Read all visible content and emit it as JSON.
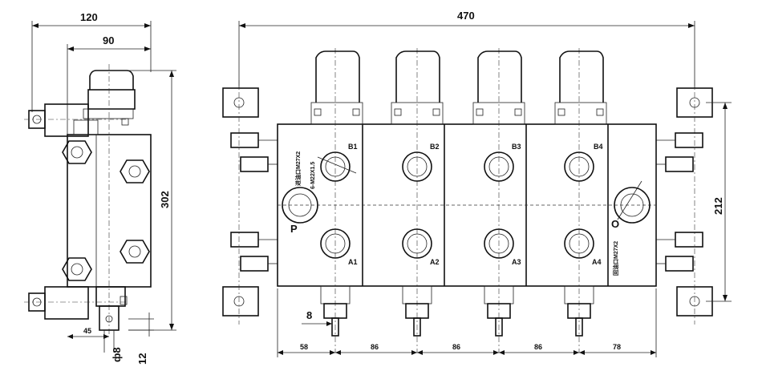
{
  "dimensions": {
    "side_width_overall": "120",
    "side_width_body": "90",
    "side_height": "302",
    "side_offset": "45",
    "shaft_diameter": "ф8",
    "shaft_length": "12",
    "front_width_overall": "470",
    "front_mount_height": "212",
    "lever_width": "8",
    "pitch_first": "58",
    "pitch_1": "86",
    "pitch_2": "86",
    "pitch_3": "86",
    "pitch_last": "78"
  },
  "ports": {
    "P": "P",
    "O": "O",
    "B1": "B1",
    "B2": "B2",
    "B3": "B3",
    "B4": "B4",
    "A1": "A1",
    "A2": "A2",
    "A3": "A3",
    "A4": "A4"
  },
  "notes": {
    "inlet_thread": "进油口M27X2",
    "mount_holes": "6-M22X1.5",
    "outlet_thread": "回油口M27X2"
  }
}
